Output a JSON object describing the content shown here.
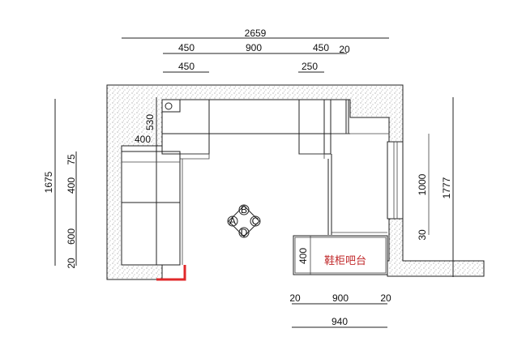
{
  "drawing": {
    "top_dimensions": {
      "overall": "2659",
      "row2": [
        "450",
        "900",
        "450",
        "20"
      ],
      "row3": [
        "450",
        "250"
      ]
    },
    "left_dimensions": {
      "overall": "1675",
      "segments": [
        "75",
        "400",
        "600",
        "20"
      ],
      "inner_530": "530",
      "inner_400": "400"
    },
    "right_dimensions": {
      "window": "1000",
      "sill": "30",
      "overall": "1777"
    },
    "bottom_dimensions": {
      "row1": [
        "20",
        "900",
        "20"
      ],
      "overall": "940"
    },
    "shoe_cabinet": {
      "depth": "400",
      "label": "鞋柜吧台"
    },
    "compass_marks": [
      "A",
      "B",
      "C",
      "D"
    ],
    "colors": {
      "accent_red": "#e0282a",
      "label_red": "#c0282a"
    }
  }
}
